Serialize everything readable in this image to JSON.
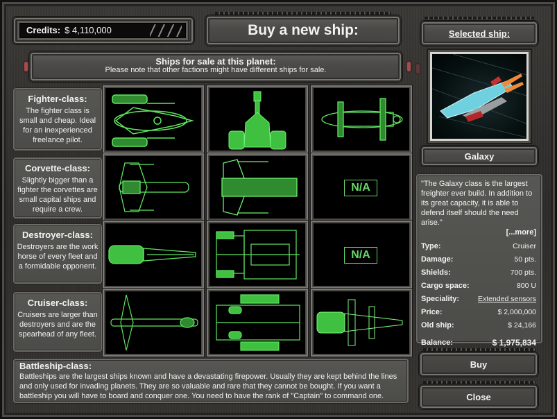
{
  "header": {
    "credits_label": "Credits:",
    "credits_value": "$ 4,110,000",
    "title": "Buy a new ship:"
  },
  "shop": {
    "heading": "Ships for sale at this planet:",
    "note": "Please note that other factions might have different ships for sale."
  },
  "classes": [
    {
      "name": "Fighter-class:",
      "description": "The fighter class is small and cheap. Ideal for an inexperienced freelance pilot.",
      "slots": [
        {
          "available": true,
          "icon": "fighter-wireframe-1"
        },
        {
          "available": true,
          "icon": "fighter-wireframe-2"
        },
        {
          "available": true,
          "icon": "fighter-wireframe-3"
        }
      ]
    },
    {
      "name": "Corvette-class:",
      "description": "Slightly bigger than a fighter the corvettes are small capital ships and require a crew.",
      "slots": [
        {
          "available": true,
          "icon": "corvette-wireframe-1"
        },
        {
          "available": true,
          "icon": "corvette-wireframe-2"
        },
        {
          "available": false,
          "label": "N/A"
        }
      ]
    },
    {
      "name": "Destroyer-class:",
      "description": "Destroyers are the work horse of every fleet and a formidable opponent.",
      "slots": [
        {
          "available": true,
          "icon": "destroyer-wireframe-1"
        },
        {
          "available": true,
          "icon": "destroyer-wireframe-2"
        },
        {
          "available": false,
          "label": "N/A"
        }
      ]
    },
    {
      "name": "Cruiser-class:",
      "description": "Cruisers are larger than destroyers and are the spearhead of any fleet.",
      "slots": [
        {
          "available": true,
          "icon": "cruiser-wireframe-1"
        },
        {
          "available": true,
          "icon": "cruiser-wireframe-2"
        },
        {
          "available": true,
          "icon": "cruiser-wireframe-3"
        }
      ]
    }
  ],
  "battleship": {
    "name": "Battleship-class:",
    "description": "Battleships are the largest ships known and have a devastating firepower. Usually they are kept behind the lines and only used for invading planets. They are so valuable and rare that they cannot be bought. If you want a battleship you will have to board and conquer one. You need to have the rank of \"Captain\" to command one."
  },
  "selected": {
    "heading": "Selected ship:",
    "name": "Galaxy",
    "description": "\"The Galaxy class is the largest freighter ever build. In addition to its great capacity, it is able to defend itself should the need arise.\"",
    "more_link": "[...more]",
    "stats": {
      "type": {
        "label": "Type:",
        "value": "Cruiser"
      },
      "damage": {
        "label": "Damage:",
        "value": "50 pts."
      },
      "shields": {
        "label": "Shields:",
        "value": "700 pts."
      },
      "cargo": {
        "label": "Cargo space:",
        "value": "800 U"
      },
      "speciality": {
        "label": "Speciality:",
        "value": "Extended sensors"
      },
      "price": {
        "label": "Price:",
        "value": "$ 2,000,000"
      },
      "old_ship": {
        "label": "Old ship:",
        "value": "$ 24,166"
      },
      "balance": {
        "label": "Balance:",
        "value": "$ 1,975,834"
      }
    }
  },
  "buttons": {
    "buy": "Buy",
    "close": "Close"
  },
  "colors": {
    "wireframe_green": "#5fe860",
    "na_green": "#69d86a",
    "metal": "#4b4a46"
  }
}
